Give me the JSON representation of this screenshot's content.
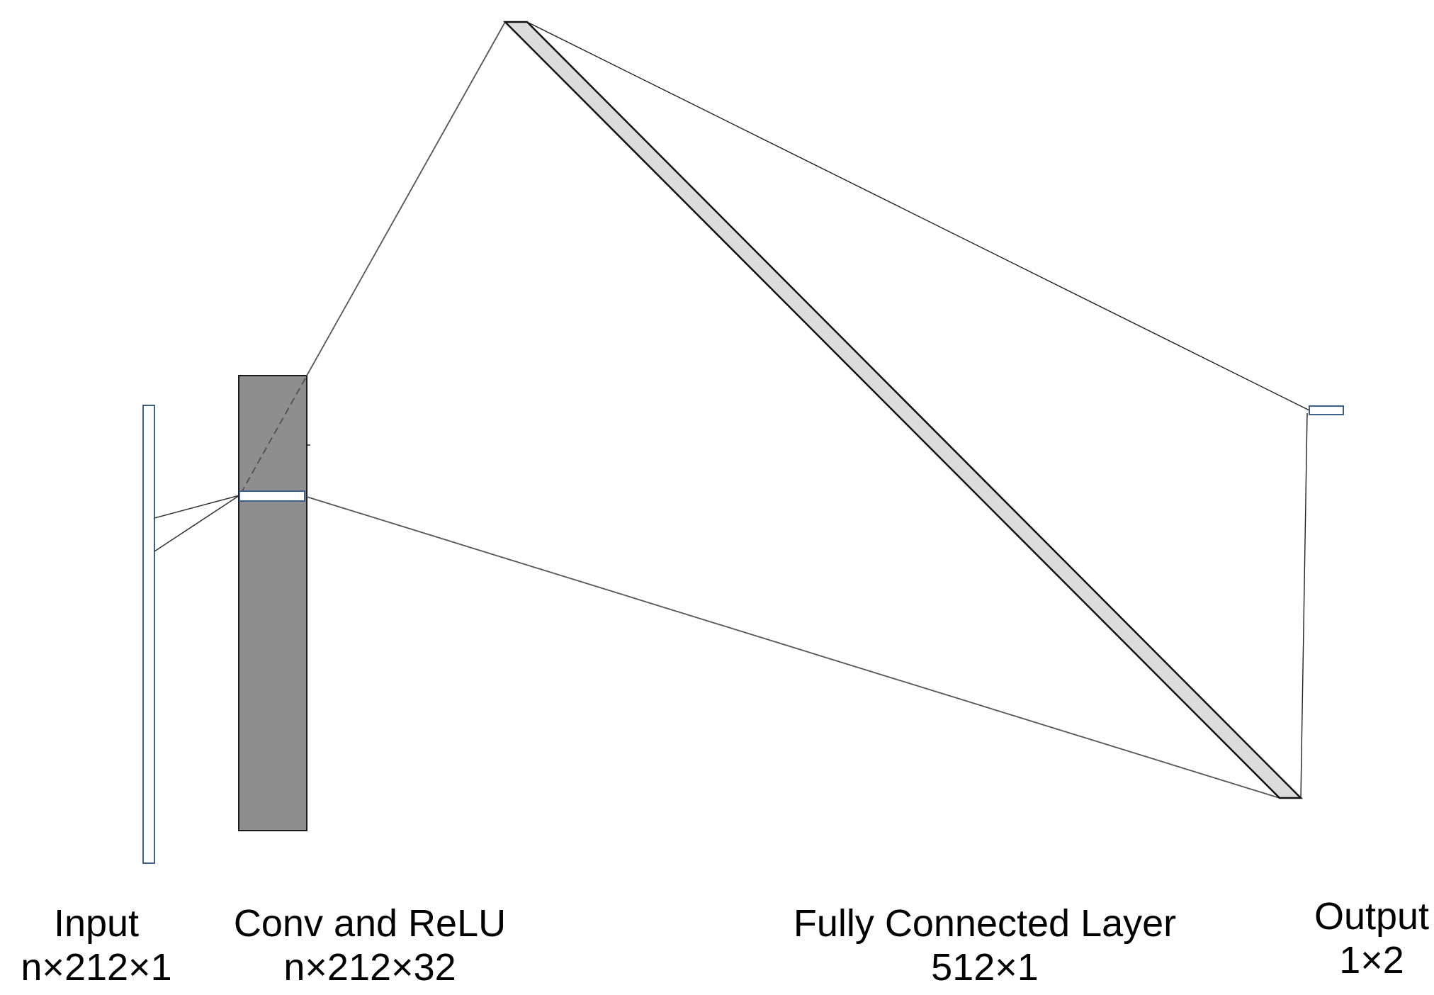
{
  "layers": [
    {
      "name": "Input",
      "dims": "n×212×1"
    },
    {
      "name": "Conv and ReLU",
      "dims": "n×212×32"
    },
    {
      "name": "Fully Connected Layer",
      "dims": "512×1"
    },
    {
      "name": "Output",
      "dims": "1×2"
    }
  ],
  "colors": {
    "input_outline": "#3d5f8c",
    "conv_fill": "#8e8e8e",
    "fc_fill": "#dcdcdc",
    "line": "#000000"
  }
}
